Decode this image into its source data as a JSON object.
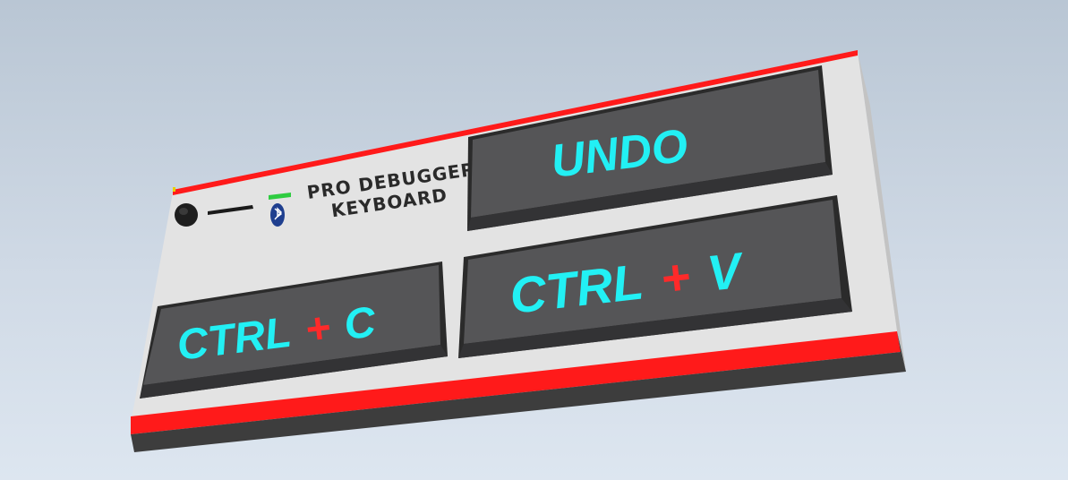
{
  "device": {
    "brand_line1": "PRO DEBUGGER",
    "brand_line2": "KEYBOARD",
    "status_led_color": "#2ecc40",
    "accent_stripe_color": "#ff1a1a",
    "key_text_color": "#22f0f4",
    "icons": {
      "knob": "rotary-knob-icon",
      "bluetooth": "bluetooth-icon"
    }
  },
  "keys": {
    "undo": {
      "label": "UNDO"
    },
    "paste": {
      "left": "CTRL",
      "plus": "+",
      "right": "V"
    },
    "copy": {
      "left": "CTRL",
      "plus": "+",
      "right": "C"
    }
  }
}
